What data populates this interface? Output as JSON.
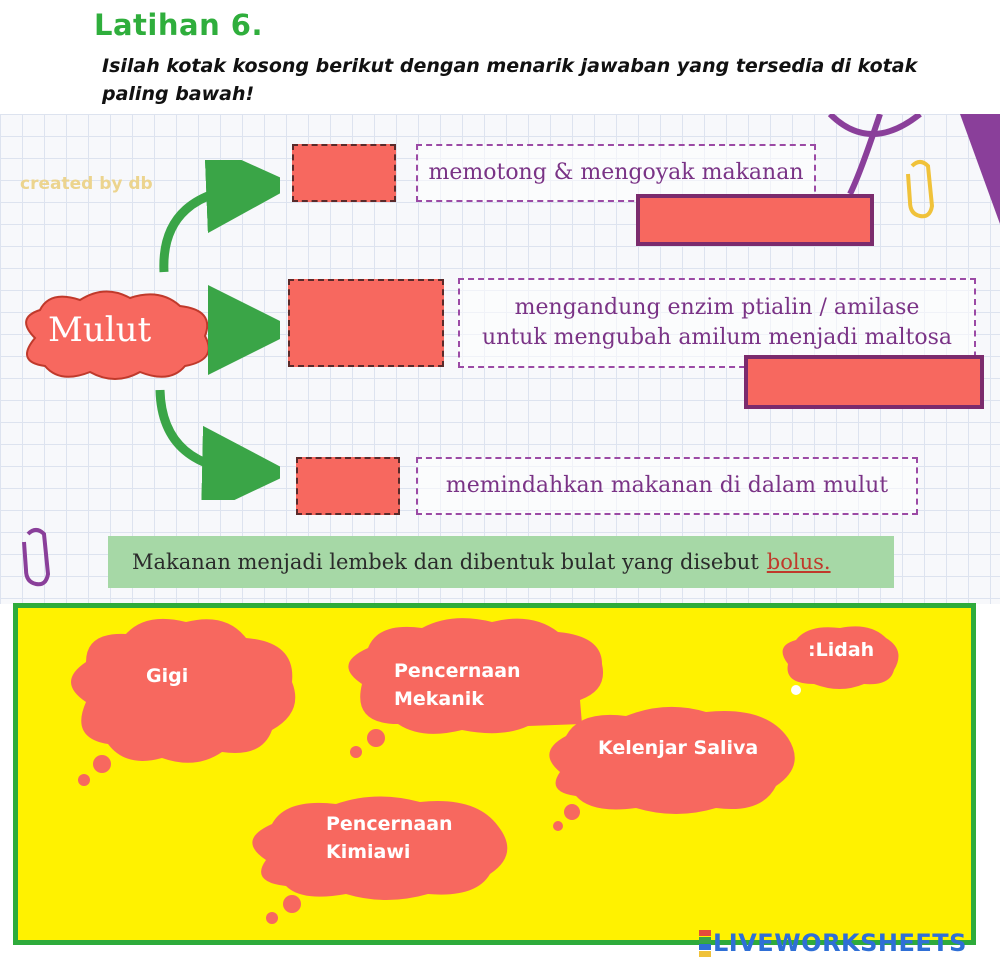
{
  "header": {
    "title": "Latihan 6.",
    "instruction": "Isilah kotak kosong berikut dengan menarik jawaban yang tersedia di kotak paling bawah!"
  },
  "diagram": {
    "watermark": "created by db",
    "center_label": "Mulut",
    "functions": [
      {
        "line1": "memotong & mengoyak makanan",
        "line2": ""
      },
      {
        "line1": "mengandung enzim ptialin / amilase",
        "line2": "untuk mengubah amilum menjadi maltosa"
      },
      {
        "line1": "memindahkan makanan di dalam mulut",
        "line2": ""
      }
    ],
    "summary_text": "Makanan menjadi lembek dan dibentuk bulat yang disebut",
    "summary_term": "bolus."
  },
  "answer_bank": {
    "options": [
      {
        "line1": "Gigi",
        "line2": ""
      },
      {
        "line1": "Pencernaan",
        "line2": "Mekanik"
      },
      {
        "line1": ":Lidah",
        "line2": ""
      },
      {
        "line1": "Kelenjar Saliva",
        "line2": ""
      },
      {
        "line1": "Pencernaan",
        "line2": "Kimiawi"
      }
    ]
  },
  "branding": {
    "logo_text": "LIVEWORKSHEETS"
  },
  "colors": {
    "title_green": "#2fae3c",
    "drop_red": "#f7685f",
    "bank_yellow": "#fff200",
    "bank_border": "#2eab3b",
    "purple": "#7a3386"
  }
}
